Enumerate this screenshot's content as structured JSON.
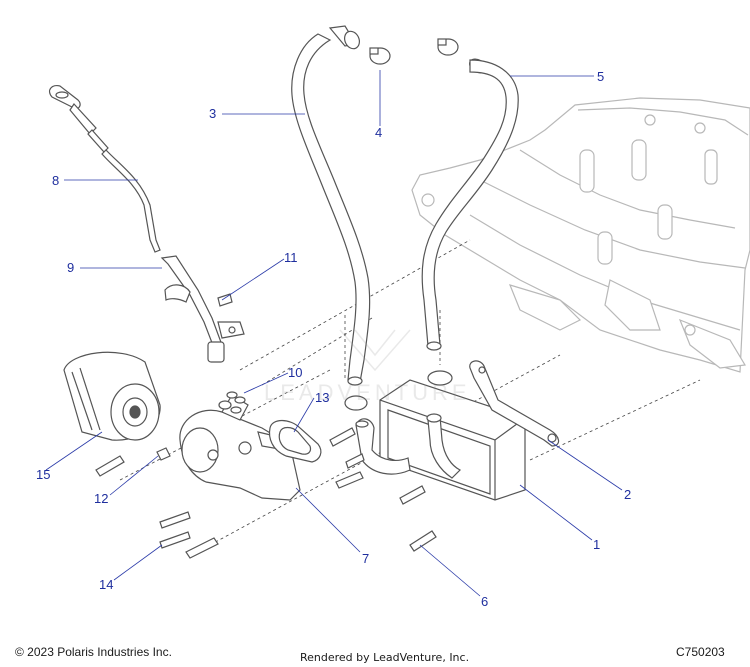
{
  "callouts": [
    {
      "id": "c1",
      "label": "1"
    },
    {
      "id": "c2",
      "label": "2"
    },
    {
      "id": "c3",
      "label": "3"
    },
    {
      "id": "c4",
      "label": "4"
    },
    {
      "id": "c5",
      "label": "5"
    },
    {
      "id": "c6",
      "label": "6"
    },
    {
      "id": "c7",
      "label": "7"
    },
    {
      "id": "c8",
      "label": "8"
    },
    {
      "id": "c9",
      "label": "9"
    },
    {
      "id": "c10",
      "label": "10"
    },
    {
      "id": "c11",
      "label": "11"
    },
    {
      "id": "c12",
      "label": "12"
    },
    {
      "id": "c13",
      "label": "13"
    },
    {
      "id": "c14",
      "label": "14"
    },
    {
      "id": "c15",
      "label": "15"
    }
  ],
  "footer": {
    "copyright": "© 2023 Polaris Industries Inc.",
    "rendered_by": "Rendered by LeadVenture, Inc.",
    "diagram_code": "C750203"
  },
  "watermark": "LEADVENTURE",
  "colors": {
    "callout_text": "#1f2f9e",
    "leader_line": "#2a3aa8",
    "part_outline": "#555555",
    "part_fill": "#ffffff",
    "pan_outline": "#b8b8b8"
  }
}
